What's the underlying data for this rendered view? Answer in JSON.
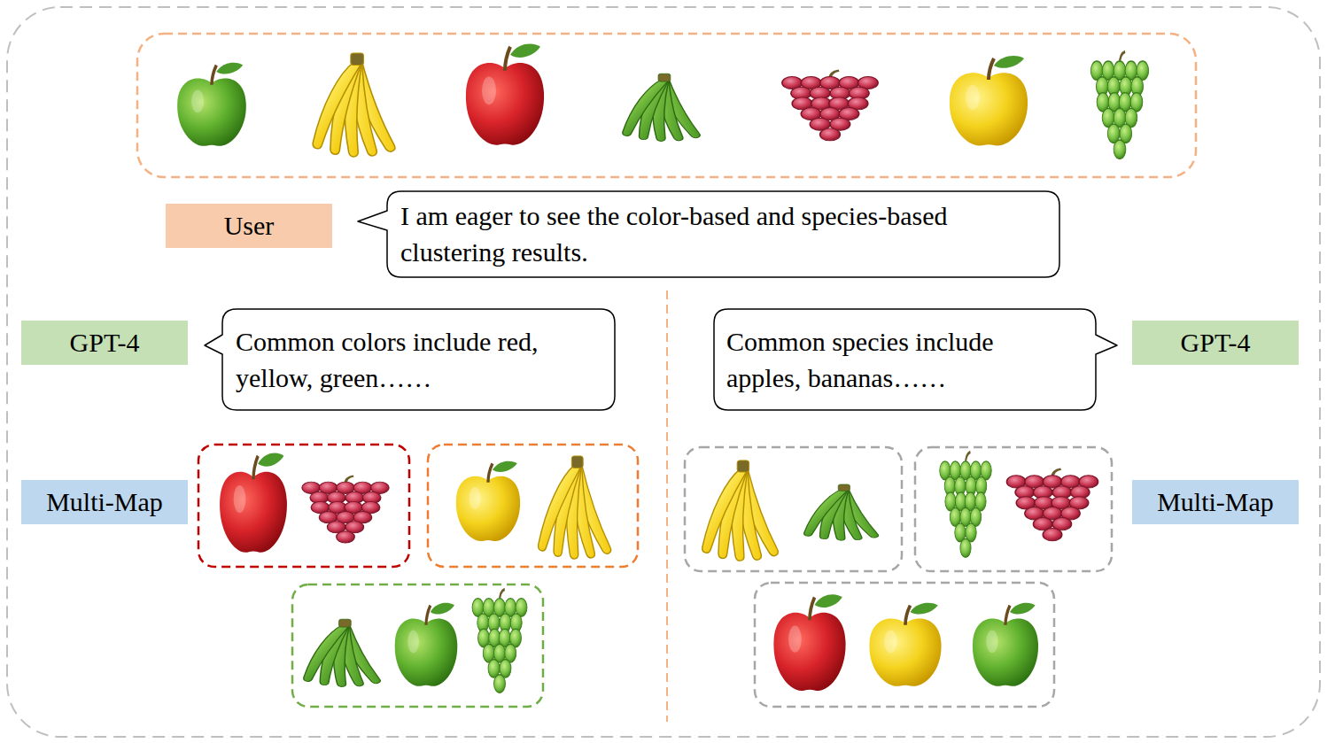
{
  "diagram": {
    "nodes": [
      {
        "text": [
          "User"
        ]
      },
      {
        "text": [
          "I am eager to see the color-based and species-based clustering results."
        ]
      },
      {
        "text": [
          "GPT-4"
        ]
      },
      {
        "text": [
          "Common colors include red, yellow, green……"
        ]
      },
      {
        "text": [
          "Common species include apples, bananas……"
        ]
      },
      {
        "text": [
          "GPT-4"
        ]
      },
      {
        "text": [
          "Multi-Map"
        ]
      },
      {
        "text": [
          "Multi-Map"
        ]
      }
    ]
  }
}
